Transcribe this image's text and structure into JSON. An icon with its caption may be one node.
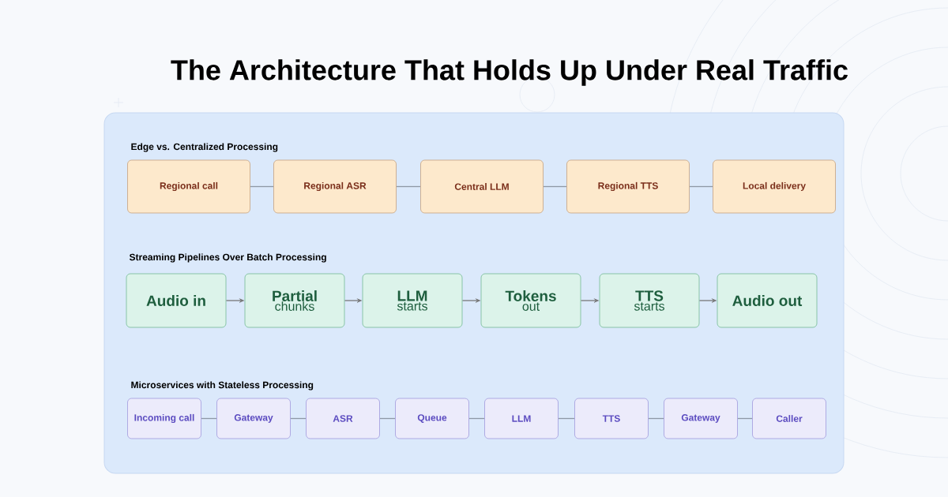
{
  "diagram": {
    "title": "The Architecture That Holds Up Under Real Traffic",
    "nodes": [
      {
        "text": [
          "Regional call"
        ]
      },
      {
        "text": [
          "Regional ASR"
        ]
      },
      {
        "text": [
          "Central LLM"
        ]
      },
      {
        "text": [
          "Regional TTS"
        ]
      },
      {
        "text": [
          "Local delivery"
        ]
      },
      {
        "text": [
          "Audio in"
        ]
      },
      {
        "text": [
          "Partial",
          "chunks"
        ]
      },
      {
        "text": [
          "LLM",
          "starts"
        ]
      },
      {
        "text": [
          "Tokens",
          "out"
        ]
      },
      {
        "text": [
          "TTS",
          "starts"
        ]
      },
      {
        "text": [
          "Audio out"
        ]
      },
      {
        "text": [
          "Incoming call"
        ]
      },
      {
        "text": [
          "Gateway"
        ]
      },
      {
        "text": [
          "ASR"
        ]
      },
      {
        "text": [
          "Queue"
        ]
      },
      {
        "text": [
          "LLM"
        ]
      },
      {
        "text": [
          "TTS"
        ]
      },
      {
        "text": [
          "Gateway"
        ]
      },
      {
        "text": [
          "Caller"
        ]
      }
    ],
    "edges": [
      {
        "from": 0,
        "to": 1,
        "arrow": "none"
      },
      {
        "from": 1,
        "to": 2,
        "arrow": "none"
      },
      {
        "from": 2,
        "to": 3,
        "arrow": "none"
      },
      {
        "from": 3,
        "to": 4,
        "arrow": "none"
      },
      {
        "from": 5,
        "to": 6,
        "arrow": "to"
      },
      {
        "from": 6,
        "to": 7,
        "arrow": "to"
      },
      {
        "from": 7,
        "to": 8,
        "arrow": "to"
      },
      {
        "from": 8,
        "to": 9,
        "arrow": "to"
      },
      {
        "from": 9,
        "to": 10,
        "arrow": "to"
      },
      {
        "from": 11,
        "to": 12,
        "arrow": "none"
      },
      {
        "from": 12,
        "to": 13,
        "arrow": "none"
      },
      {
        "from": 13,
        "to": 14,
        "arrow": "none"
      },
      {
        "from": 14,
        "to": 15,
        "arrow": "none"
      },
      {
        "from": 15,
        "to": 16,
        "arrow": "none"
      },
      {
        "from": 16,
        "to": 17,
        "arrow": "none"
      },
      {
        "from": 17,
        "to": 18,
        "arrow": "none"
      }
    ],
    "labels": [
      "Edge vs. Centralized Processing",
      "Streaming Pipelines Over Batch Processing",
      "Microservices with Stateless Processing"
    ]
  }
}
